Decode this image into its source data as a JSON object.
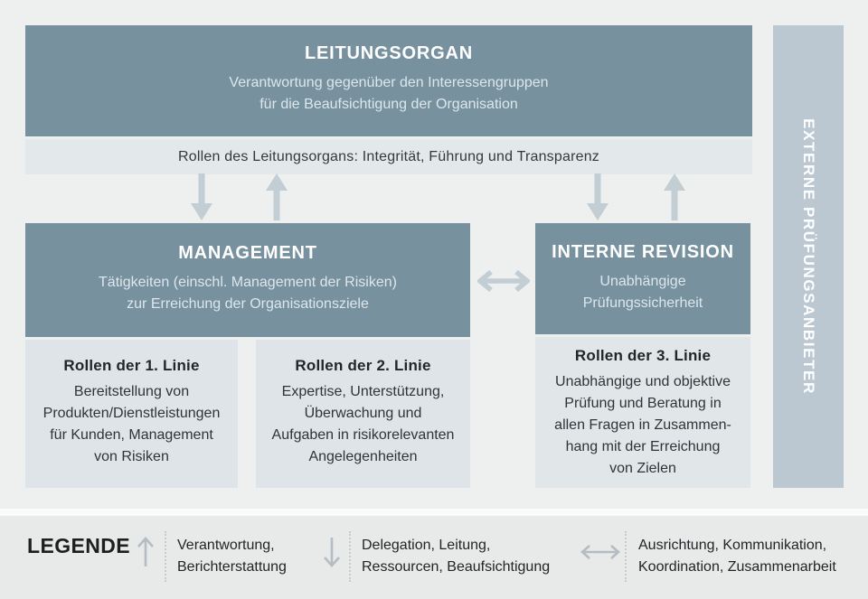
{
  "diagram": {
    "governing_body": {
      "title": "LEITUNGSORGAN",
      "subtitle_lines": [
        "Verantwortung gegenüber den Interessengruppen",
        "für die Beaufsichtigung der Organisation"
      ]
    },
    "governing_roles_strip": "Rollen des Leitungsorgans: Integrität, Führung und Transparenz",
    "management": {
      "title": "MANAGEMENT",
      "subtitle_lines": [
        "Tätigkeiten (einschl. Management der Risiken)",
        "zur Erreichung der Organisationsziele"
      ]
    },
    "internal_audit": {
      "title": "INTERNE REVISION",
      "subtitle_lines": [
        "Unabhängige",
        "Prüfungssicherheit"
      ]
    },
    "line1_roles": {
      "title": "Rollen der 1. Linie",
      "body_lines": [
        "Bereitstellung von",
        "Produkten/Dienstleistungen",
        "für Kunden, Management",
        "von Risiken"
      ]
    },
    "line2_roles": {
      "title": "Rollen der 2. Linie",
      "body_lines": [
        "Expertise, Unterstützung,",
        "Überwachung und",
        "Aufgaben in risikorelevanten",
        "Angelegenheiten"
      ]
    },
    "line3_roles": {
      "title": "Rollen der 3. Linie",
      "body_lines": [
        "Unabhängige und objektive",
        "Prüfung und Beratung in",
        "allen Fragen in Zusammen-",
        "hang mit der Erreichung",
        "von Zielen"
      ]
    },
    "external_audit_sidebar": "EXTERNE PRÜFUNGSANBIETER"
  },
  "legend": {
    "title": "LEGENDE",
    "items": [
      {
        "icon": "arrow-up-icon",
        "label_lines": [
          "Verantwortung,",
          "Berichterstattung"
        ]
      },
      {
        "icon": "arrow-down-icon",
        "label_lines": [
          "Delegation, Leitung,",
          "Ressourcen, Beaufsichtigung"
        ]
      },
      {
        "icon": "arrow-left-right-icon",
        "label_lines": [
          "Ausrichtung, Kommunikation,",
          "Koordination, Zusammenarbeit"
        ]
      }
    ]
  },
  "colors": {
    "dark_box": "#78919f",
    "light_box": "#dee4e8",
    "strip": "#e3e8eb",
    "sidebar": "#bcc8d1",
    "diagram_arrow": "#c3cdd4",
    "legend_arrow": "#b4bdc3",
    "background": "#edf0ef",
    "legend_background": "#e8e9e9"
  }
}
